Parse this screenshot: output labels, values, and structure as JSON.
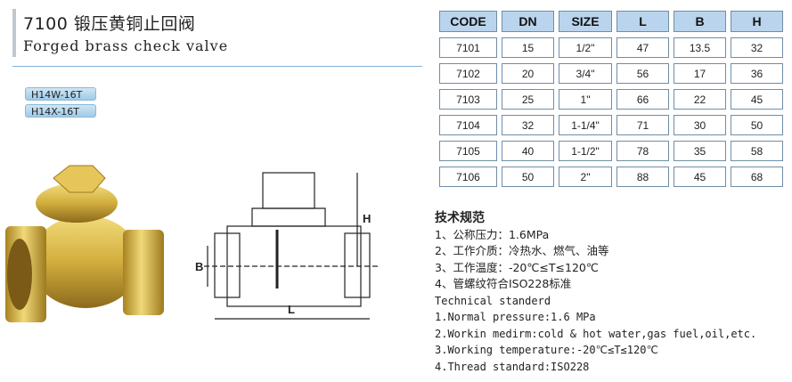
{
  "title": {
    "cn": "7100 锻压黄铜止回阀",
    "en": "Forged brass check valve"
  },
  "models": [
    "H14W-16T",
    "H14X-16T"
  ],
  "colors": {
    "accent": "#7fb3d8",
    "table_header": "#b9d4ec",
    "brass": "#c9a53a"
  },
  "drawing": {
    "label_h": "H",
    "label_b": "B",
    "label_l": "L"
  },
  "table": {
    "headers": [
      "CODE",
      "DN",
      "SIZE",
      "L",
      "B",
      "H"
    ],
    "rows": [
      [
        "7101",
        "15",
        "1/2\"",
        "47",
        "13.5",
        "32"
      ],
      [
        "7102",
        "20",
        "3/4\"",
        "56",
        "17",
        "36"
      ],
      [
        "7103",
        "25",
        "1\"",
        "66",
        "22",
        "45"
      ],
      [
        "7104",
        "32",
        "1-1/4\"",
        "71",
        "30",
        "50"
      ],
      [
        "7105",
        "40",
        "1-1/2\"",
        "78",
        "35",
        "58"
      ],
      [
        "7106",
        "50",
        "2\"",
        "88",
        "45",
        "68"
      ]
    ]
  },
  "tech": {
    "heading_cn": "技术规范",
    "cn": [
      "1、公称压力：1.6MPa",
      "2、工作介质：冷热水、燃气、油等",
      "3、工作温度：-20℃≤T≤120℃",
      "4、管螺纹符合ISO228标准"
    ],
    "heading_en": "Technical standerd",
    "en": [
      "1.Normal pressure:1.6 MPa",
      "2.Workin medirm:cold & hot water,gas fuel,oil,etc.",
      "3.Working temperature:-20℃≤T≤120℃",
      "4.Thread standard:ISO228"
    ]
  }
}
